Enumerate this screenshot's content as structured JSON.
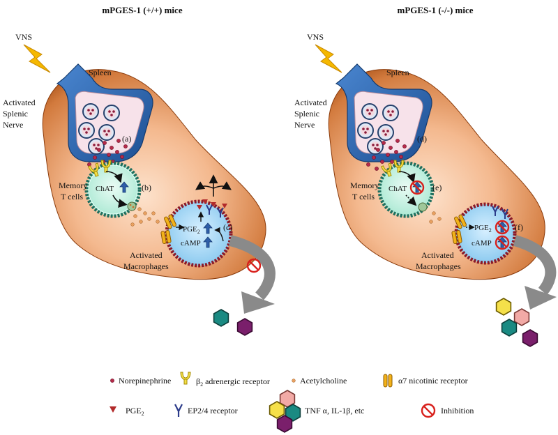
{
  "panels": [
    {
      "title": "mPGES-1  (+/+) mice",
      "vns": "VNS",
      "spleen": "Spleen",
      "nerve": [
        "Activated",
        "Splenic",
        "Nerve"
      ],
      "memory": [
        "Memory",
        "T cells"
      ],
      "macrophages": [
        "Activated",
        "Macrophages"
      ],
      "chat": "ChAT",
      "pge": "PGE",
      "pge_sub": "2",
      "camp": "cAMP",
      "labels": [
        "(a)",
        "(b)",
        "(c)"
      ]
    },
    {
      "title": "mPGES-1  (-/-) mice",
      "vns": "VNS",
      "spleen": "Spleen",
      "nerve": [
        "Activated",
        "Splenic",
        "Nerve"
      ],
      "memory": [
        "Memory",
        "T cells"
      ],
      "macrophages": [
        "Activated",
        "Macrophages"
      ],
      "chat": "ChAT",
      "pge": "PGE",
      "pge_sub": "2",
      "camp": "cAMP",
      "labels": [
        "(d)",
        "(e)",
        "(f)"
      ]
    }
  ],
  "legend": {
    "norepinephrine": "Norepinephrine",
    "beta2": "β",
    "beta2_sub": "2",
    "beta2_rest": " adrenergic receptor",
    "acetylcholine": "Acetylcholine",
    "a7": "α7 nicotinic  receptor",
    "pge2": "PGE",
    "pge2_sub": "2",
    "ep24": "EP2/4 receptor",
    "cytokines": "TNF α, IL-1β, etc",
    "inhibition": "Inhibition"
  },
  "colors": {
    "spleen": "#e8a87c",
    "spleen_dark": "#b85a1e",
    "nerve_blue": "#2f62a8",
    "tcell_fill": "#c9f2e4",
    "tcell_ring": "#1f6f5e",
    "macro_fill": "#a9d9f5",
    "macro_ring": "#8a1a2a",
    "bolt": "#f5b800",
    "inhibit": "#d8201c",
    "teal": "#1a8a82",
    "purple": "#7a1f6b",
    "yellow": "#f5e04a",
    "pink": "#f2aaa6"
  }
}
